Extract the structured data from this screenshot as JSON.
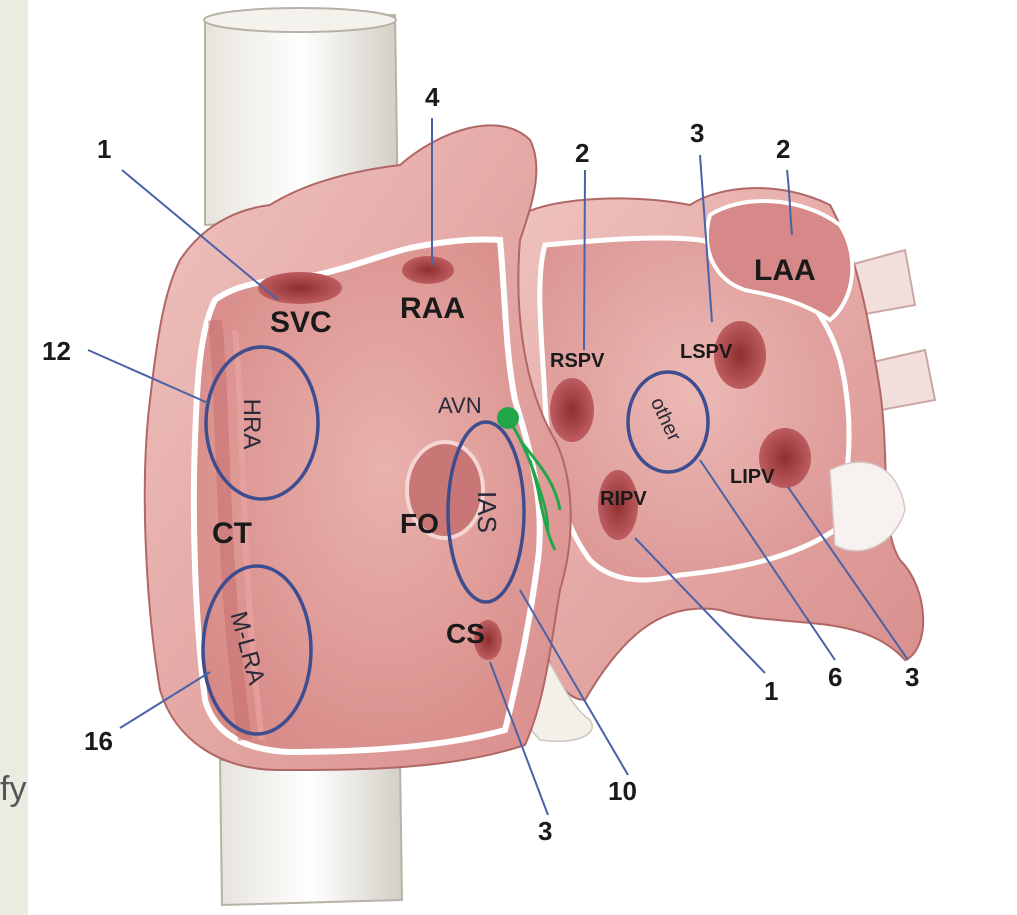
{
  "edge_fragment": "fy",
  "structures": {
    "svc": "SVC",
    "raa": "RAA",
    "ct": "CT",
    "fo": "FO",
    "cs": "CS",
    "avn": "AVN",
    "rspv": "RSPV",
    "lspv": "LSPV",
    "laa": "LAA",
    "lipv": "LIPV",
    "ripv": "RIPV"
  },
  "regions": {
    "hra": "HRA",
    "mlra": "M-LRA",
    "ias": "IAS",
    "other": "other"
  },
  "counts": {
    "svc": "1",
    "raa": "4",
    "rspv": "2",
    "lspv": "3",
    "laa": "2",
    "hra": "12",
    "mlra": "16",
    "cs": "3",
    "ias": "10",
    "ripv": "1",
    "other": "6",
    "lipv": "3"
  },
  "colors": {
    "region_outline": "#3e4d8f",
    "leader_line": "#4a62a8",
    "avn_marker": "#22a64a",
    "tissue": "#e5a9a6"
  }
}
